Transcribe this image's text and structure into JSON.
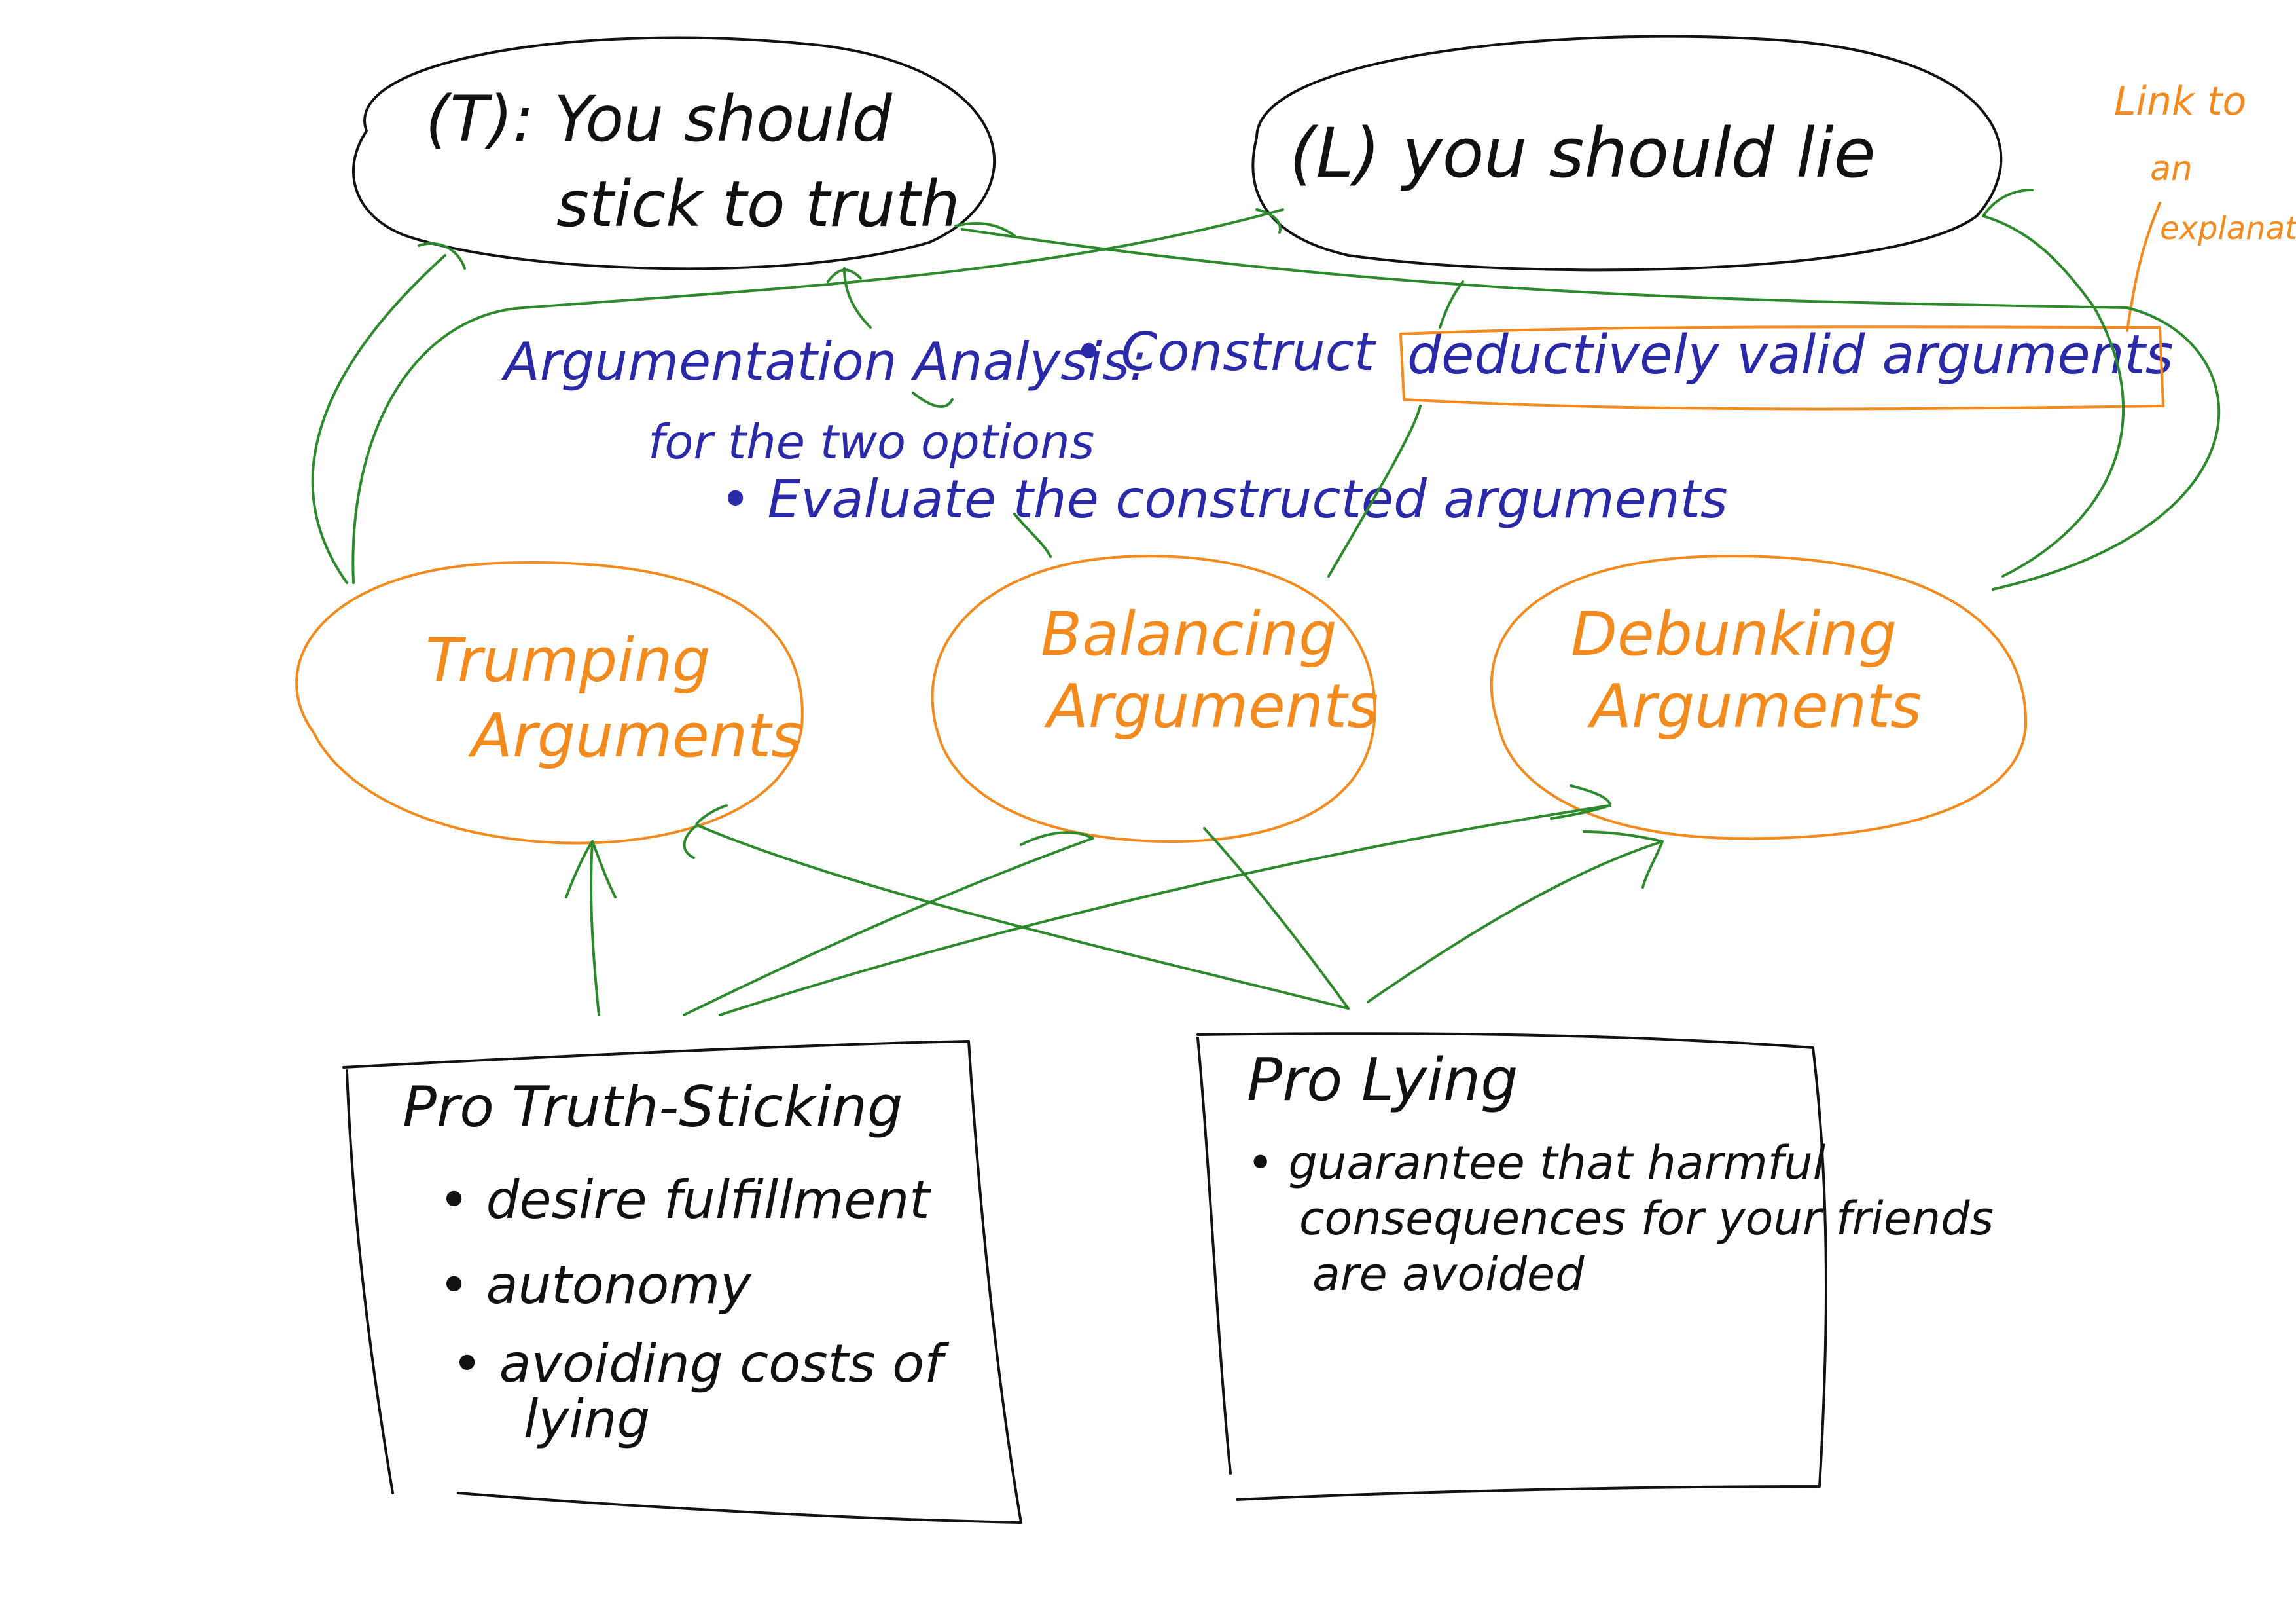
{
  "colors": {
    "black_ink": "#111111",
    "orange_ink": "#f28a1e",
    "blue_ink": "#2a2aa8",
    "green_ink": "#2c8a2c",
    "background": "#ffffff"
  },
  "options": {
    "truth": {
      "line1": "(T): You should",
      "line2": "stick to truth"
    },
    "lie": {
      "line1": "(L) you should lie"
    }
  },
  "side_note": {
    "line1": "Link to",
    "line2": "an",
    "line3": "explanation"
  },
  "analysis": {
    "line1_lead": "Argumentation Analysis:",
    "line1_bullet": "• Construct",
    "line1_highlight": "deductively valid arguments",
    "line2": "for the two options",
    "line3": "• Evaluate the constructed arguments"
  },
  "argument_types": [
    {
      "line1": "Trumping",
      "line2": "Arguments"
    },
    {
      "line1": "Balancing",
      "line2": "Arguments"
    },
    {
      "line1": "Debunking",
      "line2": "Arguments"
    }
  ],
  "pro_truth": {
    "title": "Pro Truth-Sticking",
    "items": [
      "• desire fulfillment",
      "• autonomy",
      "• avoiding costs of",
      "lying"
    ]
  },
  "pro_lying": {
    "title": "Pro Lying",
    "items": [
      "• guarantee that harmful",
      "consequences for your friends",
      "are avoided"
    ]
  }
}
